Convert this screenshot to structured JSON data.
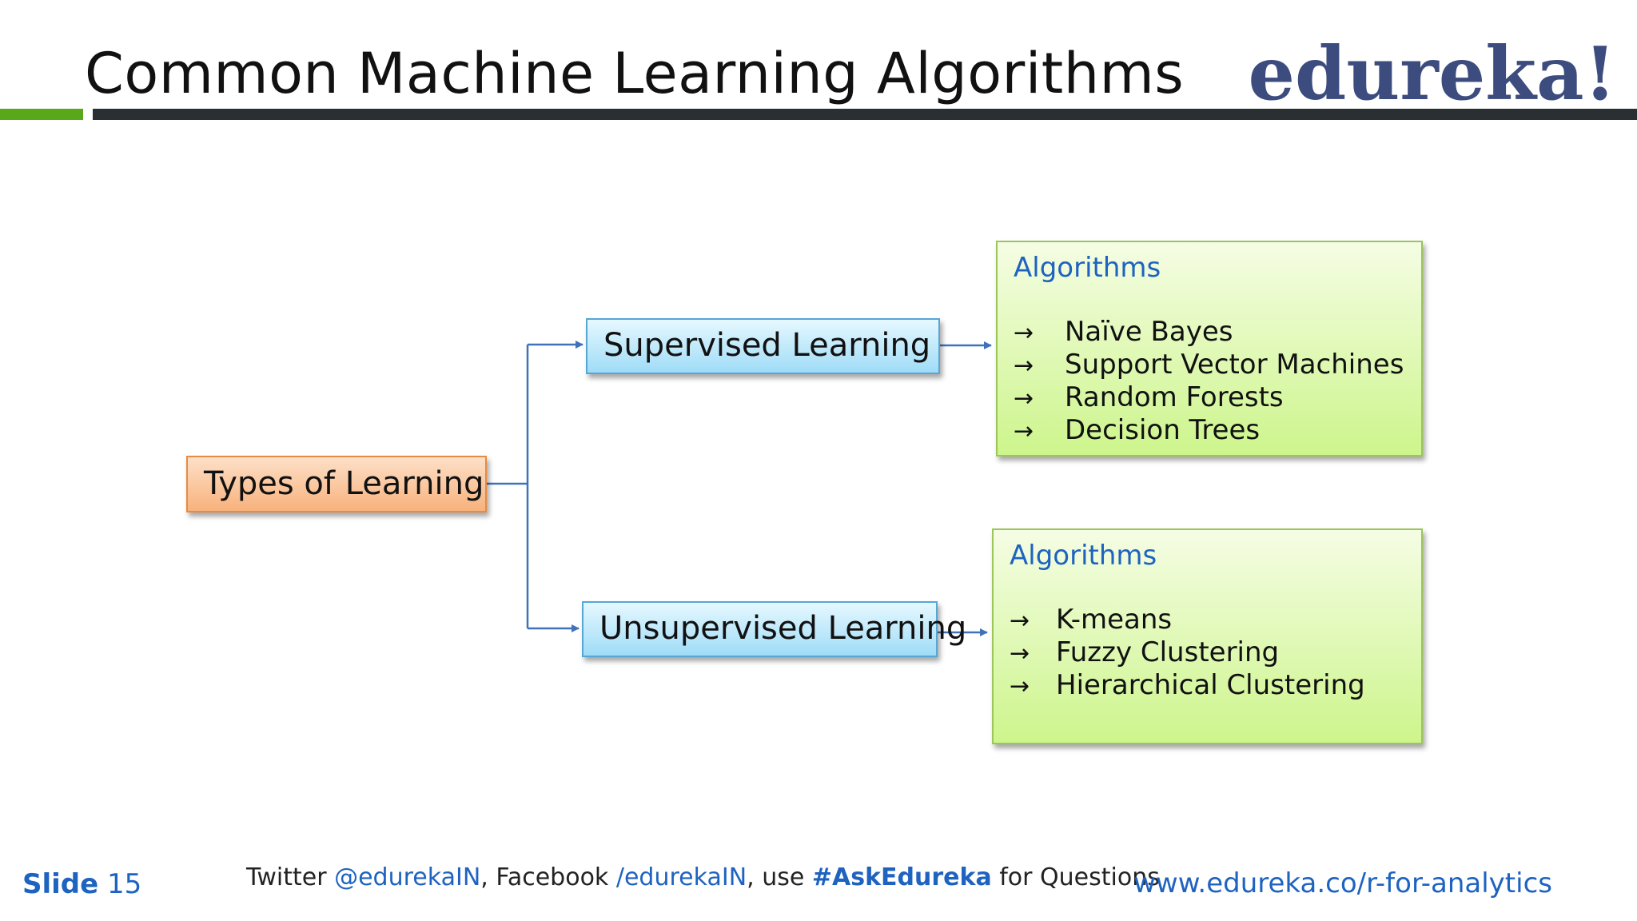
{
  "header": {
    "title": "Common Machine Learning Algorithms",
    "logo_text": "edureka!"
  },
  "diagram": {
    "root": "Types of Learning",
    "branches": [
      {
        "label": "Supervised Learning",
        "algorithms_heading": "Algorithms",
        "algorithms": [
          "Naïve Bayes",
          "Support Vector Machines",
          "Random Forests",
          "Decision Trees"
        ]
      },
      {
        "label": "Unsupervised Learning",
        "algorithms_heading": "Algorithms",
        "algorithms": [
          "K-means",
          "Fuzzy Clustering",
          "Hierarchical Clustering"
        ]
      }
    ],
    "arrow_glyph": "→"
  },
  "footer": {
    "slide_word": "Slide",
    "slide_number": "15",
    "twitter_label": "Twitter",
    "twitter_handle": "@edurekaIN",
    "facebook_label": ", Facebook",
    "facebook_handle": "/edurekaIN",
    "use_text": ", use",
    "hashtag": "#AskEdureka",
    "questions_text": "for Questions",
    "url": "www.edureka.co/r-for-analytics"
  },
  "colors": {
    "accent_blue": "#1e63c0",
    "connector_blue": "#3f72b8",
    "logo_navy": "#3d4c7e",
    "rule_green": "#59a819",
    "rule_dark": "#2a2f33",
    "root_fill": "#f8b27c",
    "type_fill": "#9fdcf7",
    "algo_fill": "#cdf58c"
  }
}
